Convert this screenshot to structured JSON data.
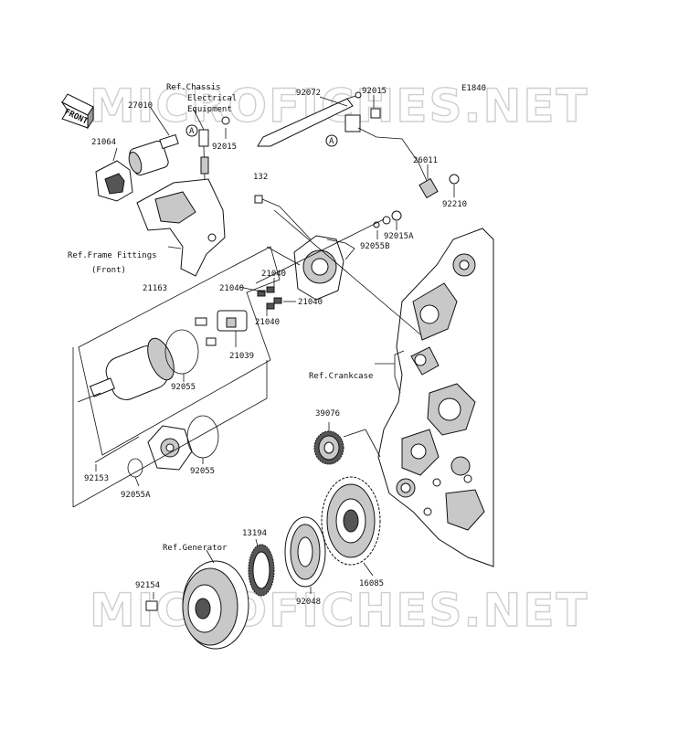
{
  "diagram_code": "E1840",
  "front_arrow_label": "FRONT",
  "watermark": "MICROFICHES.NET",
  "callout_letter": "A",
  "refs": {
    "chassis_electrical": [
      "Ref.Chassis",
      "Electrical",
      "Equipment"
    ],
    "frame_fittings": [
      "Ref.Frame Fittings",
      "(Front)"
    ],
    "crankcase": "Ref.Crankcase",
    "generator": "Ref.Generator"
  },
  "parts": {
    "p27010": "27010",
    "p21064": "21064",
    "p92015_a": "92015",
    "p92072": "92072",
    "p92015_b": "92015",
    "p26011": "26011",
    "p92210": "92210",
    "p132": "132",
    "p92055B": "92055B",
    "p92015A": "92015A",
    "p21163": "21163",
    "p21040_a": "21040",
    "p21040_b": "21040",
    "p21040_c": "21040",
    "p21040_d": "21040",
    "p21039": "21039",
    "p92055_a": "92055",
    "p92055_b": "92055",
    "p92153": "92153",
    "p92055A": "92055A",
    "p39076": "39076",
    "p13194": "13194",
    "p16085": "16085",
    "p92154": "92154",
    "p92048": "92048"
  }
}
